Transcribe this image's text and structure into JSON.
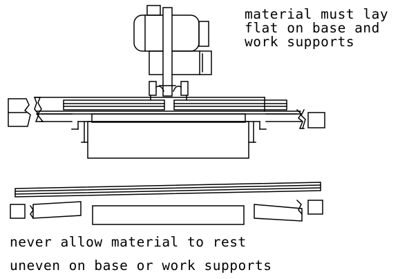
{
  "correct_note": {
    "line1": "material must lay",
    "line2": "flat on base and",
    "line3": "work supports"
  },
  "incorrect_note": {
    "line1": "never allow material to rest",
    "line2": "uneven on base or work supports"
  },
  "colors": {
    "ink": "#000000",
    "background": "#ffffff"
  }
}
